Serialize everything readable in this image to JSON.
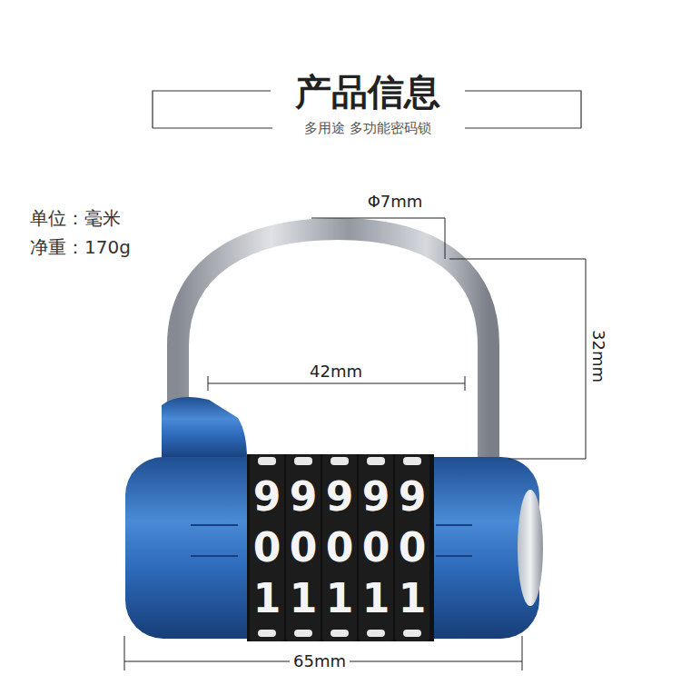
{
  "diagram": {
    "title": "产品信息",
    "labels": [
      "多用途  多功能密码锁",
      "单位：毫米",
      "净重：170g",
      "Φ7mm",
      "42mm",
      "32mm",
      "65mm",
      "9",
      "9",
      "9",
      "9",
      "9",
      "0",
      "0",
      "0",
      "0",
      "0",
      "1",
      "1",
      "1",
      "1",
      "1"
    ]
  }
}
